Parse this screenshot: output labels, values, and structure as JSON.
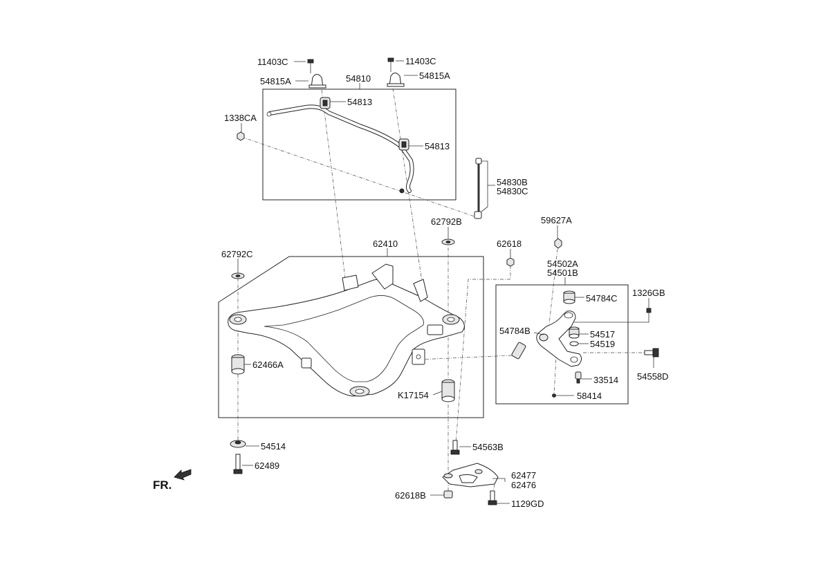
{
  "diagram": {
    "fr_label": "FR.",
    "labels": {
      "l_11403C_left": "11403C",
      "l_11403C_right": "11403C",
      "l_54815A_left": "54815A",
      "l_54815A_right": "54815A",
      "l_54810": "54810",
      "l_54813_top": "54813",
      "l_54813_mid": "54813",
      "l_1338CA": "1338CA",
      "l_54830B": "54830B",
      "l_54830C": "54830C",
      "l_62792B": "62792B",
      "l_62618": "62618",
      "l_59627A": "59627A",
      "l_62410": "62410",
      "l_62792C": "62792C",
      "l_54502A": "54502A",
      "l_54501B": "54501B",
      "l_1326GB": "1326GB",
      "l_54784C": "54784C",
      "l_54784B": "54784B",
      "l_54517": "54517",
      "l_54519": "54519",
      "l_62466A": "62466A",
      "l_54558D": "54558D",
      "l_33514": "33514",
      "l_K17154": "K17154",
      "l_58414": "58414",
      "l_54514": "54514",
      "l_54563B": "54563B",
      "l_62489": "62489",
      "l_62477": "62477",
      "l_62476": "62476",
      "l_62618B": "62618B",
      "l_1129GD": "1129GD"
    },
    "icons": {
      "fr_arrow": "arrow-front-icon",
      "subframe": "subframe-crossmember-icon",
      "stabilizer_bar": "stabilizer-bar-icon",
      "lower_arm": "lower-control-arm-icon",
      "bracket": "bracket-icon",
      "bolt": "bolt-icon",
      "nut": "nut-icon",
      "bushing": "bushing-icon",
      "washer": "washer-icon",
      "link": "stabilizer-link-icon",
      "clamp": "clamp-icon"
    }
  }
}
